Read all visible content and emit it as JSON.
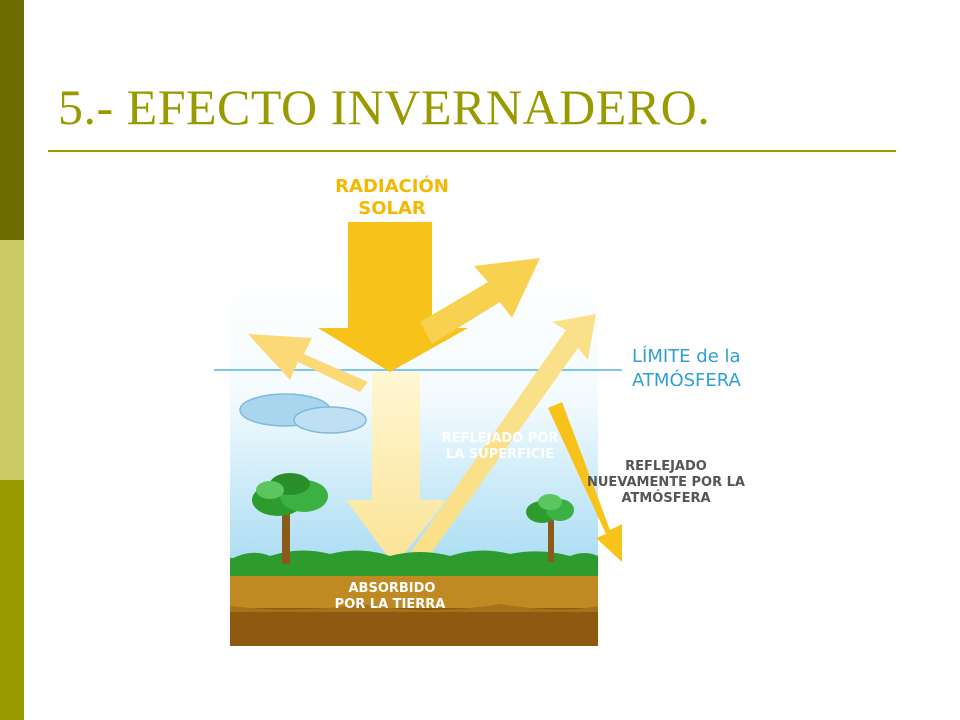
{
  "slide": {
    "title": "5.- EFECTO INVERNADERO."
  },
  "diagram": {
    "labels": {
      "solar_1": "RADIACIÓN",
      "solar_2": "SOLAR",
      "limit_1": "LÍMITE de la",
      "limit_2": "ATMÓSFERA",
      "surface_1": "REFLEJADO POR",
      "surface_2": "LA SUPERFICIE",
      "atmos_1": "REFLEJADO",
      "atmos_2": "NUEVAMENTE POR LA",
      "atmos_3": "ATMÓSFERA",
      "earth_1": "ABSORBIDO",
      "earth_2": "POR LA TIERRA"
    },
    "colors": {
      "accent": "#999900",
      "sun_arrow": "#f7c21a",
      "pale_arrow": "#fbe9a3",
      "limit_line": "#7fc6ea",
      "limit_text": "#2f9fd8",
      "ground_green": "#2e9b2e",
      "soil": "#b98220",
      "deep_soil": "#8f5a10"
    }
  }
}
